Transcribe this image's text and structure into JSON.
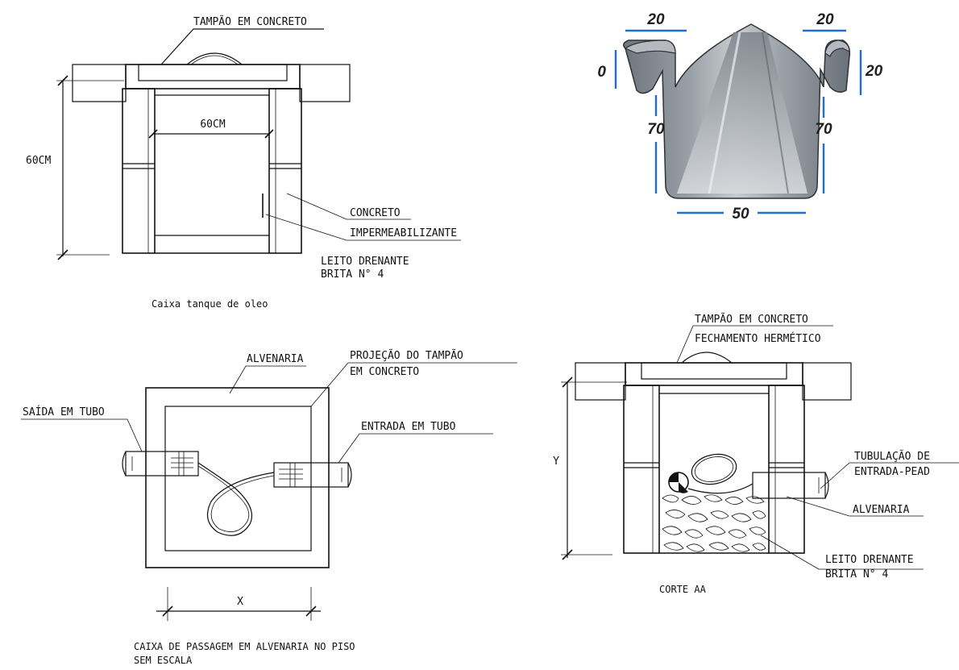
{
  "oil_tank_box": {
    "cover_label": "TAMPÃO EM CONCRETO",
    "width_label": "60CM",
    "height_label": "60CM",
    "concrete_label": "CONCRETO",
    "waterproofing_label": "IMPERMEABILIZANTE",
    "drain_bed_label": "LEITO DRENANTE",
    "gravel_label": "BRITA N° 4",
    "caption": "Caixa tanque de oleo"
  },
  "gutter_photo": {
    "top_left_flange": "20",
    "top_right_flange": "20",
    "left_lip": "0",
    "right_lip": "20",
    "left_wall": "70",
    "right_wall": "70",
    "bottom_width": "50",
    "dimension_color": "#1e6fd0",
    "metal_color": "#8a9097"
  },
  "plan_view": {
    "masonry_label": "ALVENARIA",
    "cover_projection_label_1": "PROJEÇÃO DO TAMPÃO",
    "cover_projection_label_2": "EM CONCRETO",
    "outlet_label": "SAÍDA EM TUBO",
    "inlet_label": "ENTRADA EM TUBO",
    "width_label": "X",
    "caption_1": "CAIXA DE PASSAGEM EM ALVENARIA NO PISO",
    "caption_2": "SEM ESCALA"
  },
  "section_aa": {
    "cover_label_1": "TAMPÃO EM CONCRETO",
    "cover_label_2": "FECHAMENTO HERMÉTICO",
    "height_label": "Y",
    "pipe_label_1": "TUBULAÇÃO DE",
    "pipe_label_2": "ENTRADA-PEAD",
    "masonry_label": "ALVENARIA",
    "drain_bed_label": "LEITO DRENANTE",
    "gravel_label": "BRITA N° 4",
    "caption": "CORTE AA"
  }
}
